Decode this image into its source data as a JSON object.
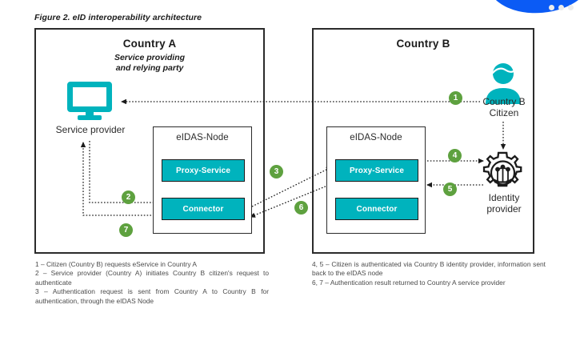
{
  "figure": {
    "caption": "Figure 2. eID interoperability architecture"
  },
  "theme": {
    "teal": "#00b3bd",
    "green": "#5ea13f",
    "ink": "#2b2b2b",
    "blue_accent": "#0b5bf5"
  },
  "countries": {
    "a": {
      "title": "Country A",
      "subtitle": "Service providing\nand relying party",
      "subtitle_line1": "Service providing",
      "subtitle_line2": "and relying party",
      "node": {
        "title": "eIDAS-Node",
        "proxy_label": "Proxy-Service",
        "connector_label": "Connector"
      },
      "service_provider_label": "Service provider"
    },
    "b": {
      "title": "Country B",
      "node": {
        "title": "eIDAS-Node",
        "proxy_label": "Proxy-Service",
        "connector_label": "Connector"
      },
      "citizen_label_line1": "Country B",
      "citizen_label_line2": "Citizen",
      "idp_label_line1": "Identity",
      "idp_label_line2": "provider"
    }
  },
  "badges": [
    {
      "id": "1",
      "label": "1"
    },
    {
      "id": "2",
      "label": "2"
    },
    {
      "id": "3",
      "label": "3"
    },
    {
      "id": "4",
      "label": "4"
    },
    {
      "id": "5",
      "label": "5"
    },
    {
      "id": "6",
      "label": "6"
    },
    {
      "id": "7",
      "label": "7"
    }
  ],
  "legend": {
    "left": [
      "1 – Citizen (Country B) requests eService in Country A",
      "2 – Service provider (Country A) initiates Country B citizen's request to authenticate",
      "3 – Authentication request is sent from Country A to Country B for authentication, through the eIDAS Node"
    ],
    "right": [
      "4, 5 – Citizen is authenticated via Country B identity provider, information sent back to the eIDAS node",
      "6, 7 – Authentication result returned to Country A service provider"
    ]
  }
}
